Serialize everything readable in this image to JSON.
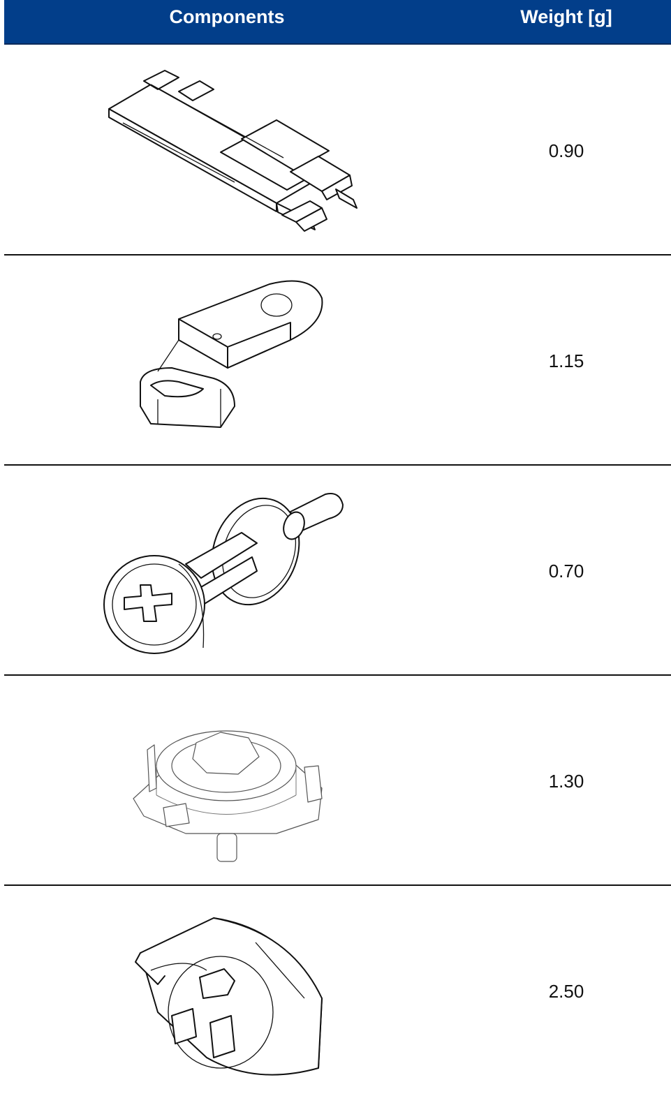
{
  "table": {
    "headers": {
      "components": "Components",
      "weight": "Weight [g]"
    },
    "rows": [
      {
        "component_icon": "sliding-clip-drawing",
        "weight": "0.90"
      },
      {
        "component_icon": "hinge-bracket-drawing",
        "weight": "1.15"
      },
      {
        "component_icon": "phillips-screw-pin-drawing",
        "weight": "0.70"
      },
      {
        "component_icon": "bayonet-socket-drawing",
        "weight": "1.30"
      },
      {
        "component_icon": "cam-lock-housing-drawing",
        "weight": "2.50"
      }
    ]
  },
  "colors": {
    "header_background": "#023e8a",
    "header_text": "#ffffff",
    "divider": "#111111"
  }
}
